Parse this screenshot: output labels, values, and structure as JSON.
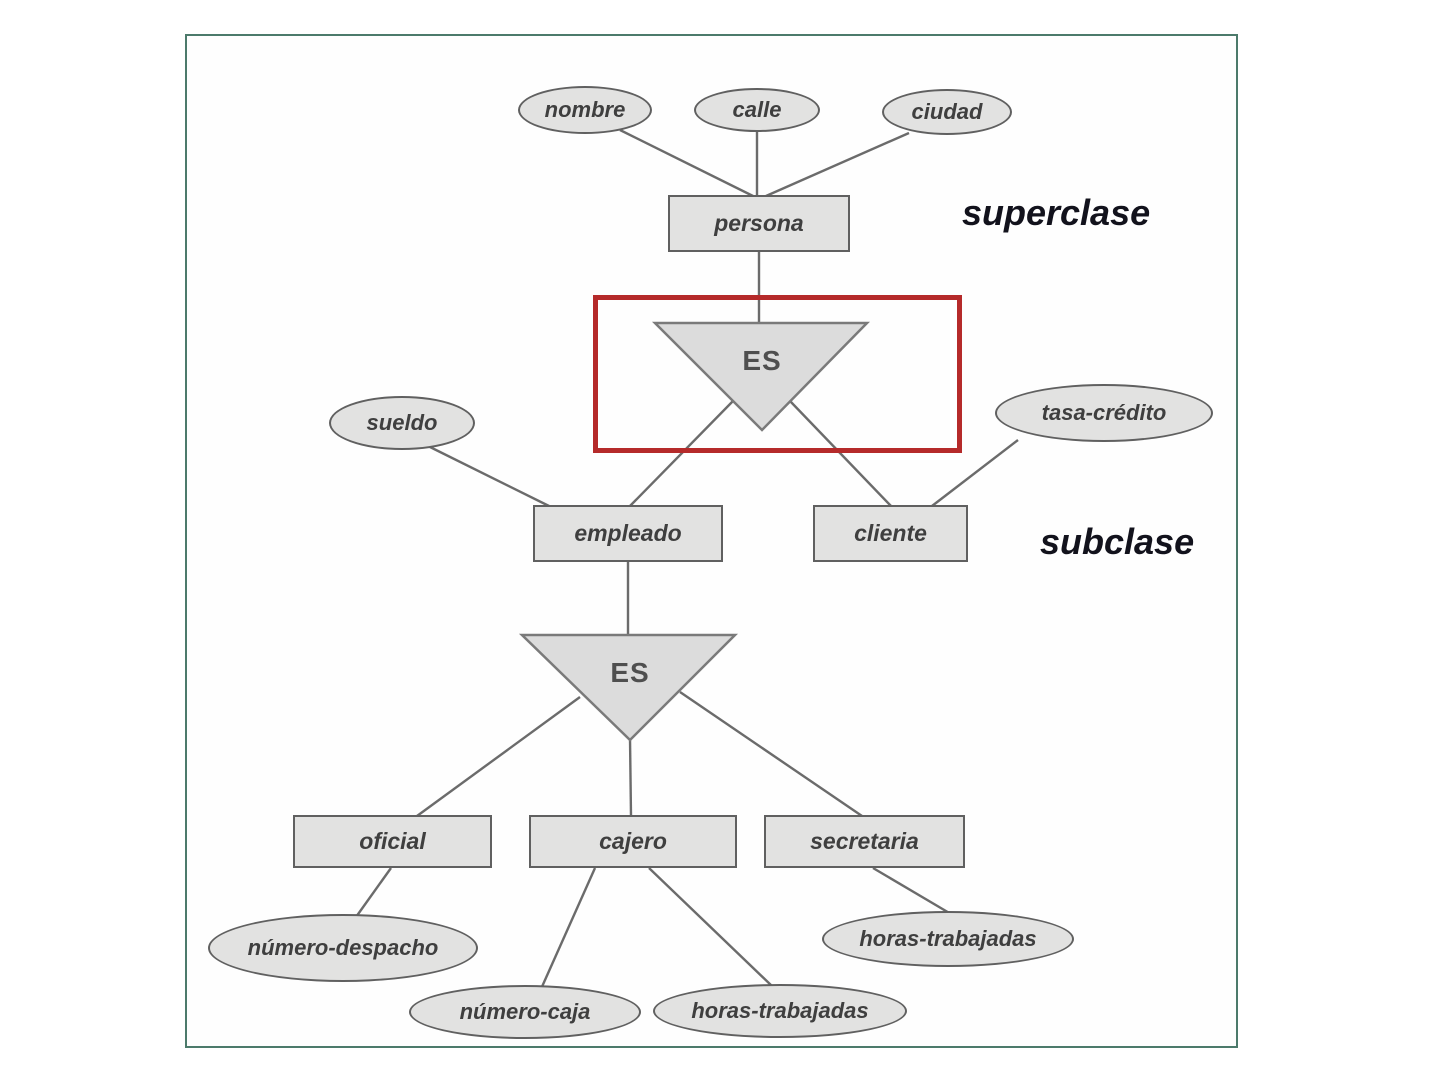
{
  "annotations": {
    "superclase": "superclase",
    "subclase": "subclase"
  },
  "isa": {
    "top": {
      "label": "ES"
    },
    "bottom": {
      "label": "ES"
    }
  },
  "entities": {
    "persona": {
      "label": "persona"
    },
    "empleado": {
      "label": "empleado"
    },
    "cliente": {
      "label": "cliente"
    },
    "oficial": {
      "label": "oficial"
    },
    "cajero": {
      "label": "cajero"
    },
    "secretaria": {
      "label": "secretaria"
    }
  },
  "attributes": {
    "nombre": {
      "label": "nombre"
    },
    "calle": {
      "label": "calle"
    },
    "ciudad": {
      "label": "ciudad"
    },
    "sueldo": {
      "label": "sueldo"
    },
    "tasa_credito": {
      "label": "tasa-crédito"
    },
    "numero_despacho": {
      "label": "número-despacho"
    },
    "numero_caja": {
      "label": "número-caja"
    },
    "horas_trabajadas_cajero": {
      "label": "horas-trabajadas"
    },
    "horas_trabajadas_secretaria": {
      "label": "horas-trabajadas"
    }
  },
  "colors": {
    "frame_border": "#4c7a6b",
    "highlight_box": "#b52a2a",
    "shape_fill": "#e2e2e1",
    "shape_border": "#606060",
    "connector": "#6b6b6b",
    "label_text": "#3f3f3f",
    "annotation_text": "#12121c"
  }
}
